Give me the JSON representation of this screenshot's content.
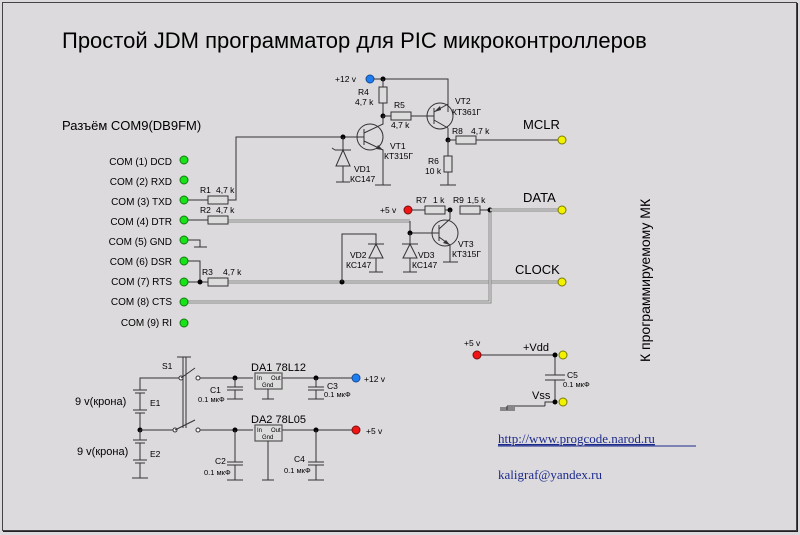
{
  "title": "Простой JDM программатор для PIC микроконтроллеров",
  "connector": {
    "label": "Разъём COM9(DB9FM)",
    "pins": [
      {
        "label": "COM (1) DCD"
      },
      {
        "label": "COM (2) RXD"
      },
      {
        "label": "COM (3) TXD"
      },
      {
        "label": "COM (4) DTR"
      },
      {
        "label": "COM (5) GND"
      },
      {
        "label": "COM (6) DSR"
      },
      {
        "label": "COM (7) RTS"
      },
      {
        "label": "COM (8) CTS"
      },
      {
        "label": "COM (9) RI"
      }
    ]
  },
  "resistors": {
    "R1": {
      "name": "R1",
      "value": "4,7 k"
    },
    "R2": {
      "name": "R2",
      "value": "4,7 k"
    },
    "R3": {
      "name": "R3",
      "value": "4,7 k"
    },
    "R4": {
      "name": "R4",
      "value": "4,7 k"
    },
    "R5": {
      "name": "R5",
      "value": "4,7 k"
    },
    "R6": {
      "name": "R6",
      "value": "10 k"
    },
    "R7": {
      "name": "R7",
      "value": "1 k"
    },
    "R8": {
      "name": "R8",
      "value": "4,7 k"
    },
    "R9": {
      "name": "R9",
      "value": "1,5 k"
    }
  },
  "transistors": {
    "VT1": {
      "name": "VT1",
      "type": "КТ315Г"
    },
    "VT2": {
      "name": "VT2",
      "type": "КТ361Г"
    },
    "VT3": {
      "name": "VT3",
      "type": "КТ315Г"
    }
  },
  "diodes": {
    "VD1": {
      "name": "VD1",
      "type": "КС147"
    },
    "VD2": {
      "name": "VD2",
      "type": "КС147"
    },
    "VD3": {
      "name": "VD3",
      "type": "КС147"
    }
  },
  "capacitors": {
    "C1": {
      "name": "C1",
      "value": "0.1 мкФ"
    },
    "C2": {
      "name": "C2",
      "value": "0.1 мкФ"
    },
    "C3": {
      "name": "C3",
      "value": "0.1 мкФ"
    },
    "C4": {
      "name": "C4",
      "value": "0.1 мкФ"
    },
    "C5": {
      "name": "C5",
      "value": "0.1 мкФ"
    }
  },
  "regulators": {
    "DA1": {
      "name": "DA1  78L12",
      "in": "In",
      "out": "Out",
      "gnd": "Gnd"
    },
    "DA2": {
      "name": "DA2  78L05",
      "in": "In",
      "out": "Out",
      "gnd": "Gnd"
    }
  },
  "power": {
    "v12": "+12 v",
    "v5": "+5 v",
    "battery1": "9 v(крона)",
    "battery2": "9 v(крона)",
    "E1": "E1",
    "E2": "E2",
    "S1": "S1"
  },
  "outputs": {
    "mclr": "MCLR",
    "data": "DATA",
    "clock": "CLOCK",
    "vdd": "+Vdd",
    "vss": "Vss"
  },
  "side_label": "К программируемому МК",
  "links": {
    "url": "http://www.progcode.narod.ru",
    "email": "kaligraf@yandex.ru"
  },
  "colors": {
    "pin_com": "#17e317",
    "pin_out": "#f2f200",
    "pin_12v": "#1e7df0",
    "pin_5v": "#f01414",
    "link": "#1c2a8c"
  }
}
